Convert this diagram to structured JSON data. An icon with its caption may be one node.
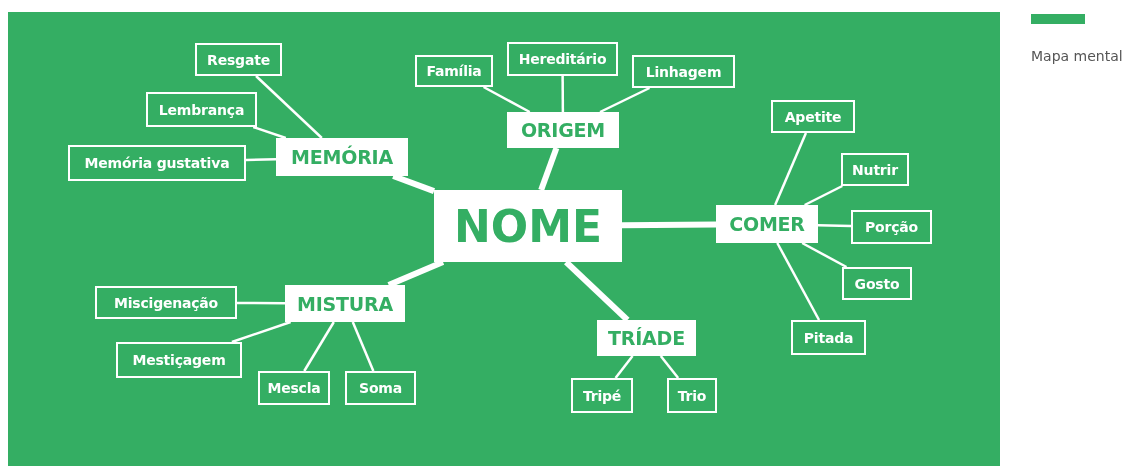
{
  "diagram": {
    "nodes": [
      {
        "text": [
          "NOME"
        ]
      },
      {
        "text": [
          "MEMÓRIA"
        ]
      },
      {
        "text": [
          "Resgate"
        ]
      },
      {
        "text": [
          "Lembrança"
        ]
      },
      {
        "text": [
          "Memória gustativa"
        ]
      },
      {
        "text": [
          "ORIGEM"
        ]
      },
      {
        "text": [
          "Família"
        ]
      },
      {
        "text": [
          "Hereditário"
        ]
      },
      {
        "text": [
          "Linhagem"
        ]
      },
      {
        "text": [
          "COMER"
        ]
      },
      {
        "text": [
          "Apetite"
        ]
      },
      {
        "text": [
          "Nutrir"
        ]
      },
      {
        "text": [
          "Porção"
        ]
      },
      {
        "text": [
          "Gosto"
        ]
      },
      {
        "text": [
          "Pitada"
        ]
      },
      {
        "text": [
          "MISTURA"
        ]
      },
      {
        "text": [
          "Miscigenação"
        ]
      },
      {
        "text": [
          "Mestiçagem"
        ]
      },
      {
        "text": [
          "Mescla"
        ]
      },
      {
        "text": [
          "Soma"
        ]
      },
      {
        "text": [
          "TRÍADE"
        ]
      },
      {
        "text": [
          "Tripé"
        ]
      },
      {
        "text": [
          "Trio"
        ]
      }
    ],
    "edges": [
      {
        "from": 0,
        "to": 1,
        "arrow": "none",
        "style": "thick"
      },
      {
        "from": 1,
        "to": 2,
        "arrow": "none"
      },
      {
        "from": 1,
        "to": 3,
        "arrow": "none"
      },
      {
        "from": 1,
        "to": 4,
        "arrow": "none"
      },
      {
        "from": 0,
        "to": 5,
        "arrow": "none",
        "style": "thick"
      },
      {
        "from": 5,
        "to": 6,
        "arrow": "none"
      },
      {
        "from": 5,
        "to": 7,
        "arrow": "none"
      },
      {
        "from": 5,
        "to": 8,
        "arrow": "none"
      },
      {
        "from": 0,
        "to": 9,
        "arrow": "none",
        "style": "thick"
      },
      {
        "from": 9,
        "to": 10,
        "arrow": "none"
      },
      {
        "from": 9,
        "to": 11,
        "arrow": "none"
      },
      {
        "from": 9,
        "to": 12,
        "arrow": "none"
      },
      {
        "from": 9,
        "to": 13,
        "arrow": "none"
      },
      {
        "from": 9,
        "to": 14,
        "arrow": "none"
      },
      {
        "from": 0,
        "to": 15,
        "arrow": "none",
        "style": "thick"
      },
      {
        "from": 15,
        "to": 16,
        "arrow": "none"
      },
      {
        "from": 15,
        "to": 17,
        "arrow": "none"
      },
      {
        "from": 15,
        "to": 18,
        "arrow": "none"
      },
      {
        "from": 15,
        "to": 19,
        "arrow": "none"
      },
      {
        "from": 0,
        "to": 20,
        "arrow": "none",
        "style": "thick"
      },
      {
        "from": 20,
        "to": 21,
        "arrow": "none"
      },
      {
        "from": 20,
        "to": 22,
        "arrow": "none"
      }
    ],
    "legend": [
      {
        "text": "Mapa mental",
        "color": "#34ae63"
      }
    ]
  }
}
